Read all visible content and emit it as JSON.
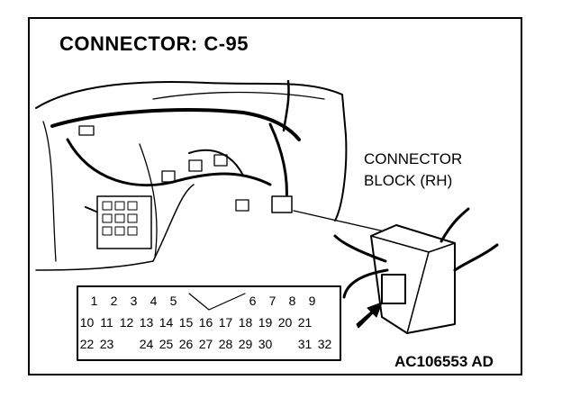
{
  "title": "CONNECTOR: C-95",
  "callout": {
    "line1": "CONNECTOR",
    "line2": "BLOCK (RH)"
  },
  "diagram_code": "AC106553 AD",
  "pins": {
    "row1": [
      "1",
      "2",
      "3",
      "4",
      "5",
      "",
      "",
      "",
      "6",
      "7",
      "8",
      "9"
    ],
    "row2": [
      "10",
      "11",
      "12",
      "13",
      "14",
      "15",
      "16",
      "17",
      "18",
      "19",
      "20",
      "21"
    ],
    "row3": [
      "22",
      "23",
      "",
      "24",
      "25",
      "26",
      "27",
      "28",
      "29",
      "30",
      "",
      "31",
      "32"
    ]
  }
}
